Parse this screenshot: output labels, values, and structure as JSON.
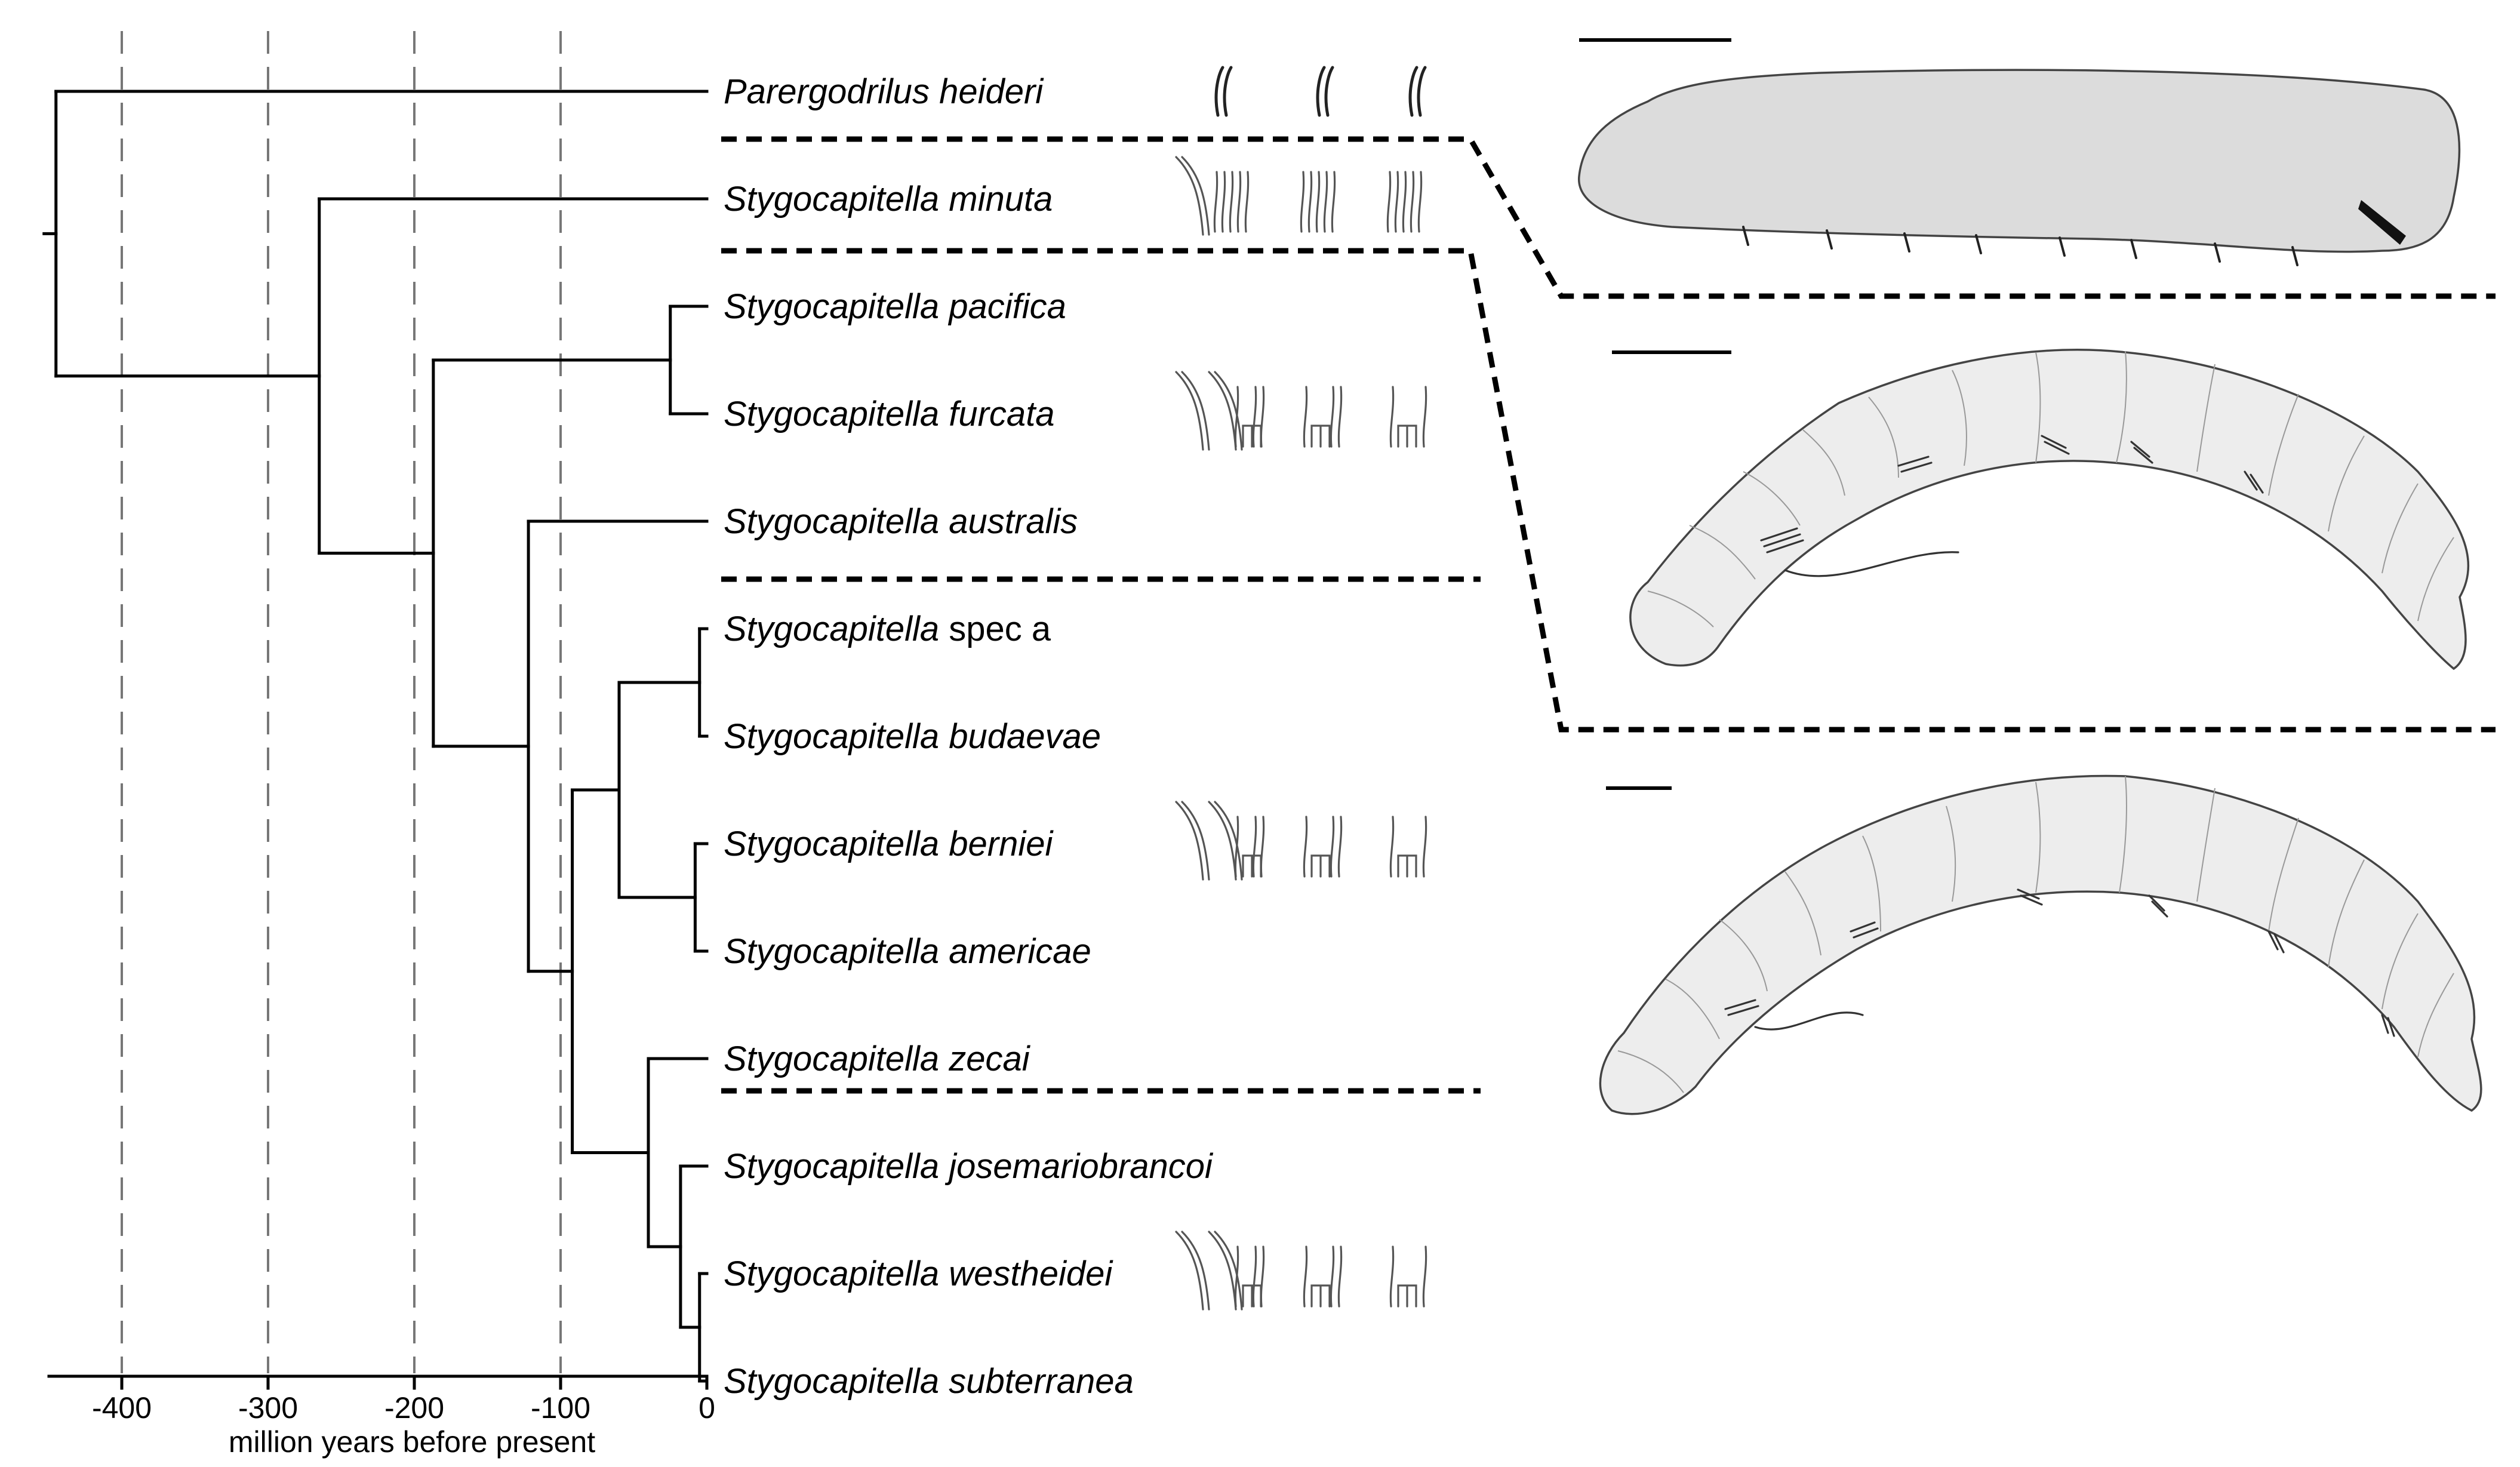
{
  "tree": {
    "taxa": [
      {
        "genus": "Parergodrilus",
        "epithet": "heideri",
        "italic_epithet": true
      },
      {
        "genus": "Stygocapitella",
        "epithet": "minuta",
        "italic_epithet": true
      },
      {
        "genus": "Stygocapitella",
        "epithet": "pacifica",
        "italic_epithet": true
      },
      {
        "genus": "Stygocapitella",
        "epithet": "furcata",
        "italic_epithet": true
      },
      {
        "genus": "Stygocapitella",
        "epithet": "australis",
        "italic_epithet": true
      },
      {
        "genus": "Stygocapitella",
        "epithet": "spec a",
        "italic_epithet": false
      },
      {
        "genus": "Stygocapitella",
        "epithet": "budaevae",
        "italic_epithet": true
      },
      {
        "genus": "Stygocapitella",
        "epithet": "berniei",
        "italic_epithet": true
      },
      {
        "genus": "Stygocapitella",
        "epithet": "americae",
        "italic_epithet": true
      },
      {
        "genus": "Stygocapitella",
        "epithet": "zecai",
        "italic_epithet": true
      },
      {
        "genus": "Stygocapitella",
        "epithet": "josemariobrancoi",
        "italic_epithet": true
      },
      {
        "genus": "Stygocapitella",
        "epithet": "westheidei",
        "italic_epithet": true
      },
      {
        "genus": "Stygocapitella",
        "epithet": "subterranea",
        "italic_epithet": true
      }
    ],
    "node_ages_mya": {
      "root": -445,
      "stygocapitella_crown": -265,
      "inner_clade": -187,
      "pacifica_furcata": -25,
      "australis_rest": -122,
      "spec_berniei_zecai": -92,
      "spec_budaevae_berniei_americae": -60,
      "speca_budaevae": -5,
      "berniei_americae": -8,
      "zecai_rest": -40,
      "jose_west_sub": -18,
      "west_sub": -5
    },
    "axis": {
      "min": -450,
      "max": 0,
      "ticks": [
        -400,
        -300,
        -200,
        -100,
        0
      ],
      "tick_labels": [
        "-400",
        "-300",
        "-200",
        "-100",
        "0"
      ],
      "title": "million years before present",
      "gridlines_at": [
        -400,
        -300,
        -200,
        -100
      ]
    }
  },
  "chaetae_icon_groups": [
    {
      "row": 0,
      "pattern": "bidentate-pair"
    },
    {
      "row": 1,
      "pattern": "long-plus-bundles"
    },
    {
      "row": 3,
      "pattern": "long-plus-forked"
    },
    {
      "row": 7,
      "pattern": "long-plus-forked"
    },
    {
      "row": 11,
      "pattern": "long-plus-forked"
    }
  ],
  "colors": {
    "line": "#000000",
    "grid": "#777777",
    "body_fill": "#ededed",
    "body_fill_first": "#dcdcdc"
  }
}
